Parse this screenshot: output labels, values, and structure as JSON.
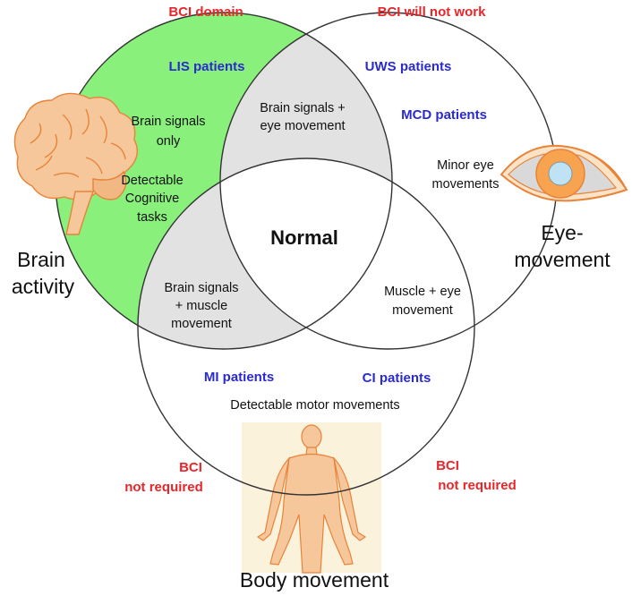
{
  "colors": {
    "brain_only_fill": "#89f07c",
    "overlap_fill": "#e2e2e2",
    "outline": "#333333",
    "red_label": "#e8262a",
    "blue_label": "#2a2ad0",
    "skin": "#f6c79a",
    "skin_outline": "#e8833a",
    "body_panel": "#fbf2dc"
  },
  "icons": {
    "brain": "brain-icon",
    "eye": "eye-icon",
    "body": "human-body-icon"
  },
  "top_labels": {
    "bci_domain": "BCI domain",
    "bci_will_not_work": "BCI will not work"
  },
  "bottom_labels": {
    "left": {
      "line1": "BCI",
      "line2": "not required"
    },
    "right": {
      "line1": "BCI",
      "line2": "not required"
    }
  },
  "circles": {
    "brain": {
      "line1": "Brain",
      "line2": "activity"
    },
    "eye": {
      "line1": "Eye-",
      "line2": "movement"
    },
    "body": {
      "label": "Body movement"
    }
  },
  "patients": {
    "lis": "LIS patients",
    "uws": "UWS patients",
    "mcd": "MCD patients",
    "mi": "MI patients",
    "ci": "CI patients"
  },
  "regions": {
    "brain_only": {
      "line1": "Brain signals",
      "line2": "only"
    },
    "cognitive": {
      "line1": "Detectable",
      "line2": "Cognitive",
      "line3": "tasks"
    },
    "brain_eye": {
      "line1": "Brain signals +",
      "line2": "eye movement"
    },
    "eye_only": {
      "line1": "Minor eye",
      "line2": "movements"
    },
    "center": "Normal",
    "brain_muscle": {
      "line1": "Brain signals",
      "line2": "+ muscle",
      "line3": "movement"
    },
    "muscle_eye": {
      "line1": "Muscle + eye",
      "line2": "movement"
    },
    "motor": "Detectable motor movements"
  }
}
